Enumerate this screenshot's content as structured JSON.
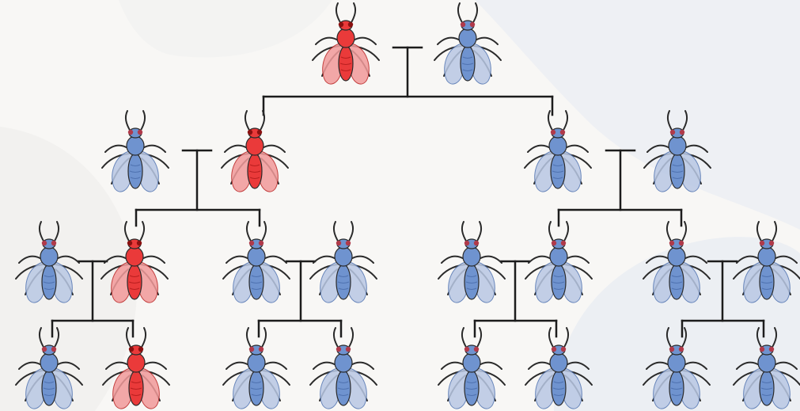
{
  "colors": {
    "background": "#f8f7f5",
    "background_shapes": "#eceff3",
    "lines": "#1c1c1c",
    "blue_body": "#6f93cf",
    "blue_body_dark": "#4f72b0",
    "blue_wing": "#b9c8e4",
    "red_body": "#ea3a3a",
    "red_body_dark": "#b91f1f",
    "red_wing": "#f29a9a",
    "eye_blue_fly": "#b03a4a",
    "eye_red_fly": "#8a1010",
    "outline": "#2a2a2a"
  },
  "icons": {
    "blue_fly": "fruit-fly-wildtype-icon",
    "red_fly": "fruit-fly-red-icon"
  },
  "pedigree": {
    "generation_1": [
      "red",
      "blue"
    ],
    "generation_2": [
      [
        "blue",
        "red"
      ],
      [
        "blue",
        "blue"
      ]
    ],
    "generation_3": [
      [
        "blue",
        "red"
      ],
      [
        "blue",
        "blue"
      ],
      [
        "blue",
        "blue"
      ],
      [
        "blue",
        "blue"
      ]
    ],
    "generation_4": [
      [
        "blue",
        "red"
      ],
      [
        "blue",
        "blue"
      ],
      [
        "blue",
        "blue"
      ],
      [
        "blue",
        "blue"
      ]
    ]
  }
}
